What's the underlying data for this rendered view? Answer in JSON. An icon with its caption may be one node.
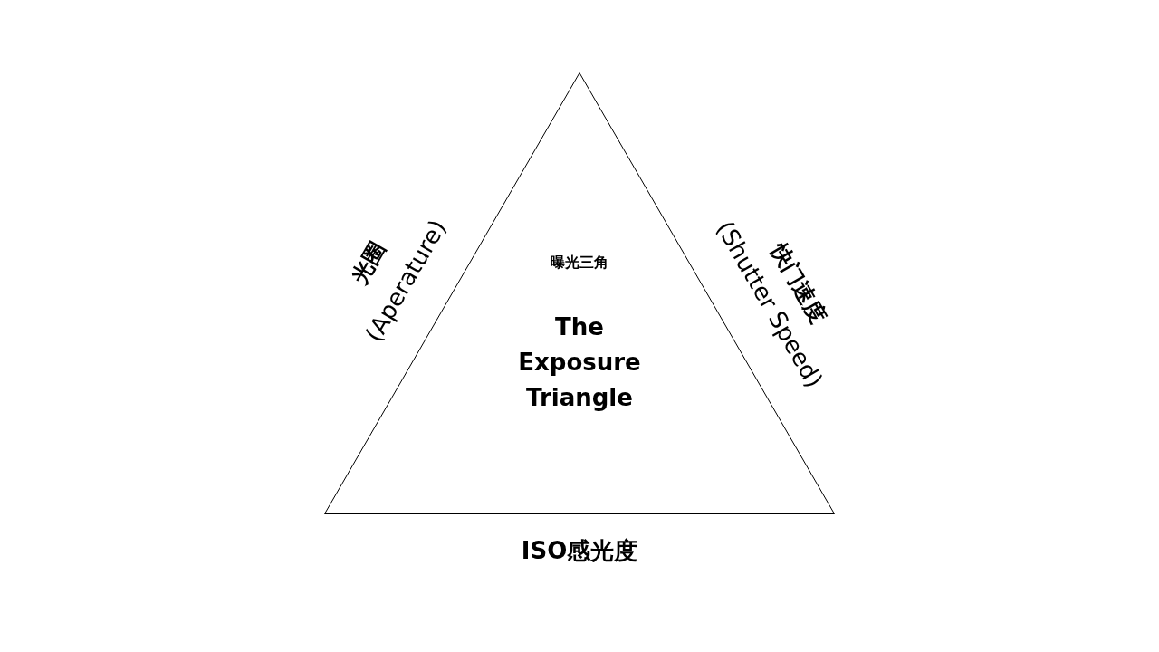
{
  "diagram": {
    "nodes": [
      {
        "text": [
          "曝光三角",
          "The Exposure Triangle"
        ]
      }
    ],
    "labels": [
      "光圈",
      "(Aperature)",
      "快门速度",
      "(Shutter Speed)",
      "ISO感光度"
    ]
  }
}
